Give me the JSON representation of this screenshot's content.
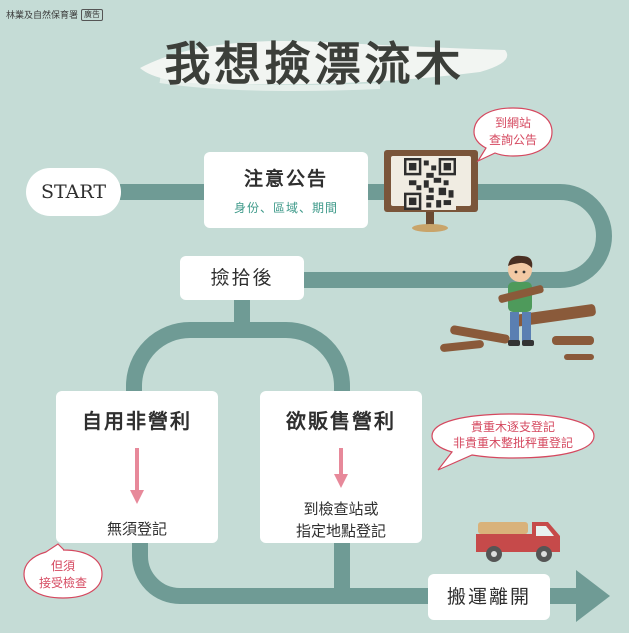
{
  "header": {
    "agency": "林業及自然保育署",
    "ad_tag": "廣告"
  },
  "title": "我想撿漂流木",
  "steps": {
    "start": "START",
    "notice": {
      "title": "注意公告",
      "subtitle": "身份、區域、期間"
    },
    "after_pickup": "撿拾後",
    "self_use": {
      "title": "自用非營利",
      "body": "無須登記"
    },
    "for_sale": {
      "title": "欲販售營利",
      "body_line1": "到檢查站或",
      "body_line2": "指定地點登記"
    },
    "leave": "搬運離開"
  },
  "bubbles": {
    "website_line1": "到網站",
    "website_line2": "查詢公告",
    "precious_line1": "貴重木逐支登記",
    "precious_line2": "非貴重木整批秤重登記",
    "inspect_line1": "但須",
    "inspect_line2": "接受檢查"
  },
  "icons": {
    "qr_code": "qr-code-icon",
    "signboard": "signboard-icon",
    "person": "person-carrying-wood-icon",
    "truck": "truck-icon",
    "logs": "driftwood-logs-icon"
  },
  "colors": {
    "background": "#c5dcd6",
    "track": "#6f9b95",
    "bubble_text": "#d5485f",
    "arrow": "#e7899a",
    "accent_text": "#3f9a8a"
  }
}
